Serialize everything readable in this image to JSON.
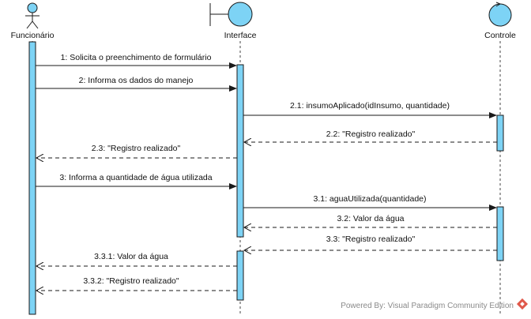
{
  "colors": {
    "fill": "#7dd3f5",
    "stroke": "#1a1a1a",
    "lifeline": "#444444",
    "watermark_icon": "#e0584a"
  },
  "participants": [
    {
      "name": "Funcionário",
      "kind": "actor",
      "icon": "actor-stick-figure-icon"
    },
    {
      "name": "Interface",
      "kind": "boundary",
      "icon": "boundary-icon"
    },
    {
      "name": "Controle",
      "kind": "control",
      "icon": "control-icon"
    }
  ],
  "messages": [
    {
      "label": "1: Solicita o preenchimento de formulário",
      "from": "Funcionário",
      "to": "Interface",
      "style": "sync"
    },
    {
      "label": "2: Informa os dados do manejo",
      "from": "Funcionário",
      "to": "Interface",
      "style": "sync"
    },
    {
      "label": "2.1: insumoAplicado(idInsumo, quantidade)",
      "from": "Interface",
      "to": "Controle",
      "style": "sync"
    },
    {
      "label": "2.2: \"Registro realizado\"",
      "from": "Controle",
      "to": "Interface",
      "style": "return"
    },
    {
      "label": "2.3: \"Registro realizado\"",
      "from": "Interface",
      "to": "Funcionário",
      "style": "return"
    },
    {
      "label": "3: Informa a quantidade de água utilizada",
      "from": "Funcionário",
      "to": "Interface",
      "style": "sync"
    },
    {
      "label": "3.1: aguaUtilizada(quantidade)",
      "from": "Interface",
      "to": "Controle",
      "style": "sync"
    },
    {
      "label": "3.2: Valor da água",
      "from": "Controle",
      "to": "Interface",
      "style": "return"
    },
    {
      "label": "3.3: \"Registro realizado\"",
      "from": "Controle",
      "to": "Interface",
      "style": "return"
    },
    {
      "label": "3.3.1: Valor da água",
      "from": "Interface",
      "to": "Funcionário",
      "style": "return"
    },
    {
      "label": "3.3.2: \"Registro realizado\"",
      "from": "Interface",
      "to": "Funcionário",
      "style": "return"
    }
  ],
  "watermark": {
    "text": "Powered By: Visual Paradigm Community Edition",
    "icon": "visual-paradigm-logo-icon"
  }
}
